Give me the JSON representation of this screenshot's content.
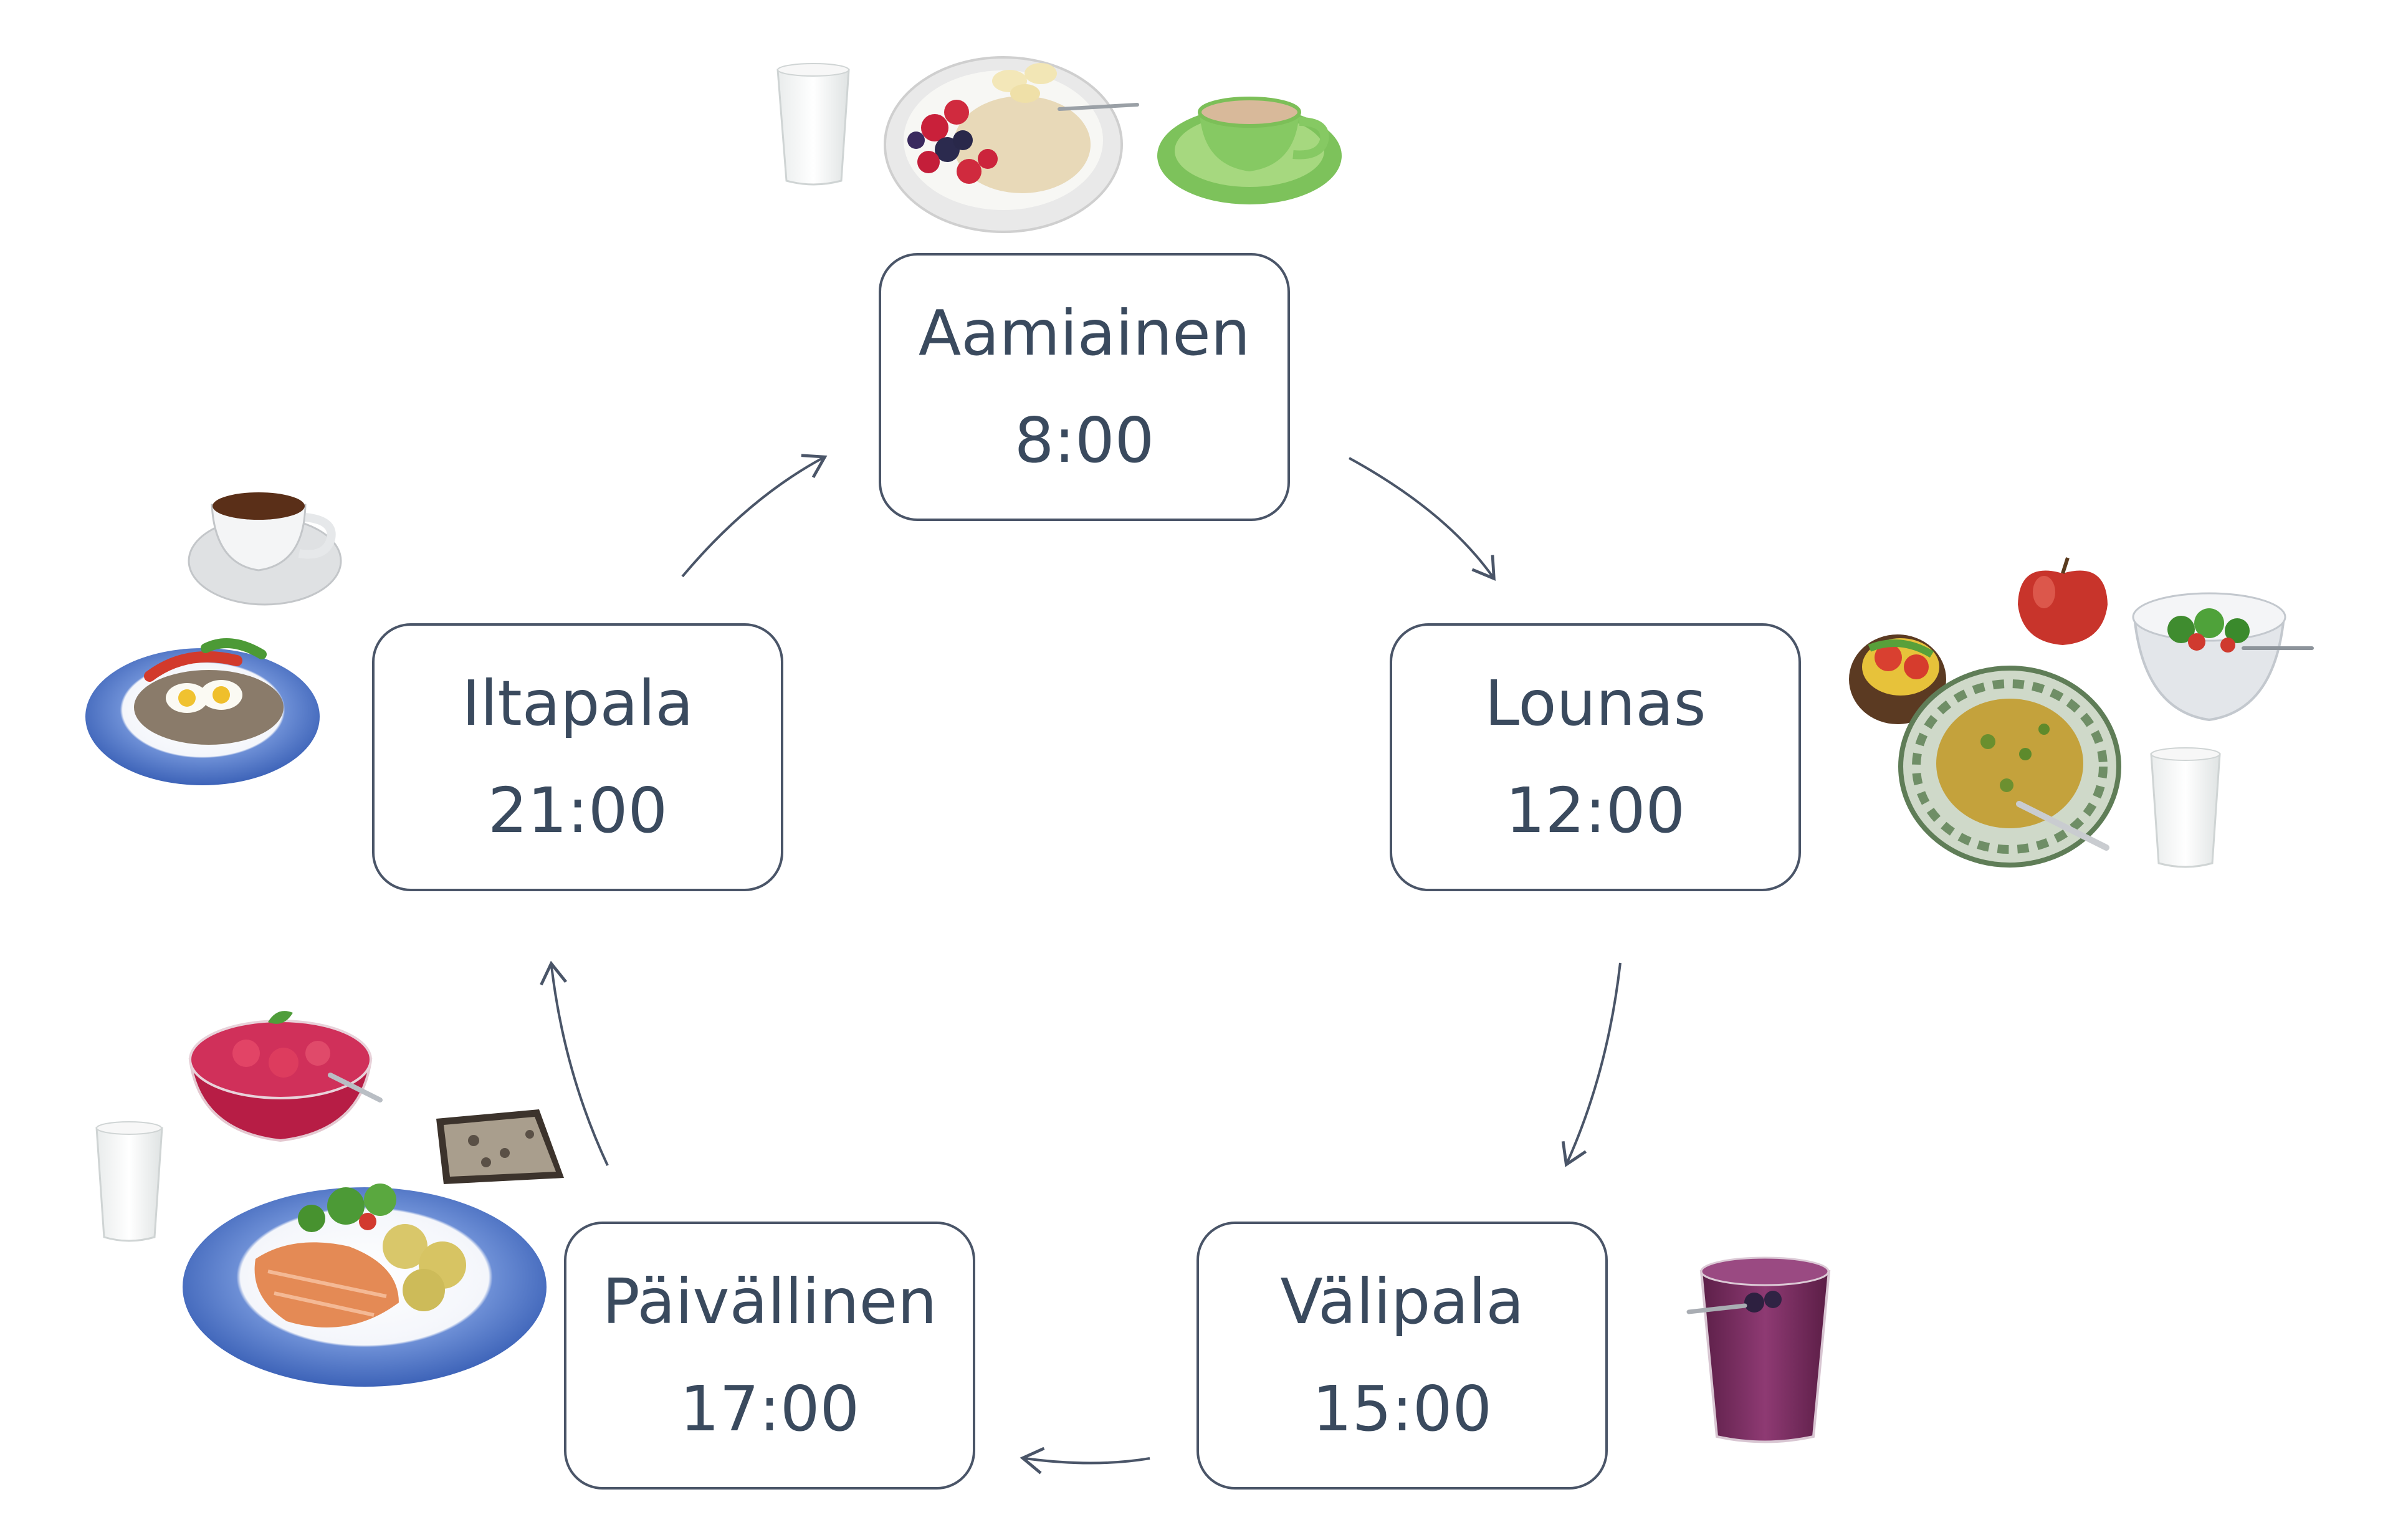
{
  "meals": [
    {
      "id": "breakfast",
      "name": "Aamiainen",
      "time": "8:00"
    },
    {
      "id": "lunch",
      "name": "Lounas",
      "time": "12:00"
    },
    {
      "id": "snack",
      "name": "Välipala",
      "time": "15:00"
    },
    {
      "id": "dinner",
      "name": "Päivällinen",
      "time": "17:00"
    },
    {
      "id": "evening-snack",
      "name": "Iltapala",
      "time": "21:00"
    }
  ],
  "colors": {
    "box_border": "#4a5568",
    "text": "#3a4a5e",
    "arrow": "#4a5568"
  },
  "illustrations": {
    "breakfast": [
      "milk-glass-icon",
      "porridge-with-berries-icon",
      "coffee-cup-icon"
    ],
    "lunch": [
      "apple-icon",
      "open-sandwich-icon",
      "salad-bowl-icon",
      "pea-soup-icon",
      "milk-glass-icon"
    ],
    "snack": [
      "berry-smoothie-icon"
    ],
    "dinner": [
      "berry-pudding-icon",
      "rye-bread-icon",
      "milk-glass-icon",
      "salmon-plate-icon"
    ],
    "evening-snack": [
      "tea-cup-icon",
      "egg-sandwich-plate-icon"
    ]
  }
}
